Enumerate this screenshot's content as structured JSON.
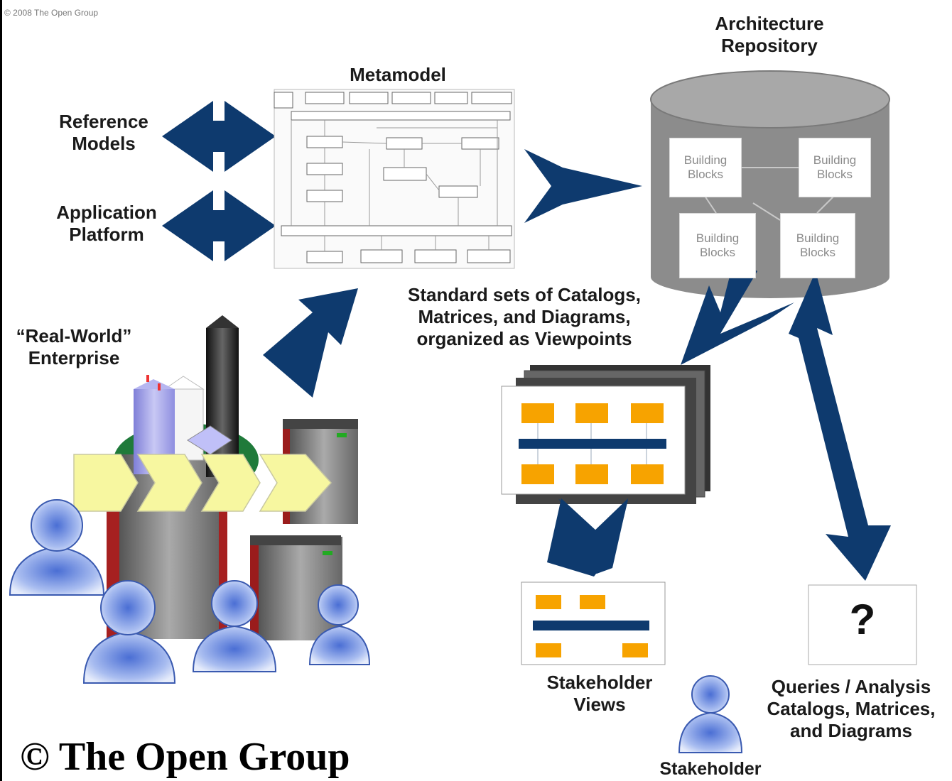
{
  "header": {
    "small_copyright": "© 2008 The Open Group"
  },
  "labels": {
    "reference_models": [
      "Reference",
      "Models"
    ],
    "application_platform": [
      "Application",
      "Platform"
    ],
    "metamodel": "Metamodel",
    "architecture_repository": [
      "Architecture",
      "Repository"
    ],
    "standard_sets": [
      "Standard sets of Catalogs,",
      "Matrices, and Diagrams,",
      "organized as Viewpoints"
    ],
    "real_world_enterprise": [
      "“Real-World”",
      "Enterprise"
    ],
    "stakeholder_views": [
      "Stakeholder",
      "Views"
    ],
    "stakeholder": "Stakeholder",
    "queries_analysis": [
      "Queries / Analysis",
      "Catalogs, Matrices,",
      "and Diagrams"
    ]
  },
  "building_blocks": [
    [
      "Building",
      "Blocks"
    ],
    [
      "Building",
      "Blocks"
    ],
    [
      "Building",
      "Blocks"
    ],
    [
      "Building",
      "Blocks"
    ]
  ],
  "query_symbol": "?",
  "footer": {
    "copyright": "© The Open Group"
  },
  "colors": {
    "arrow_navy": "#0e3a6e",
    "repository_gray": "#8c8c8c",
    "viewpoint_orange": "#f7a300",
    "process_yellow": "#f7f7a0",
    "person_blue": "#7f9fe0"
  }
}
